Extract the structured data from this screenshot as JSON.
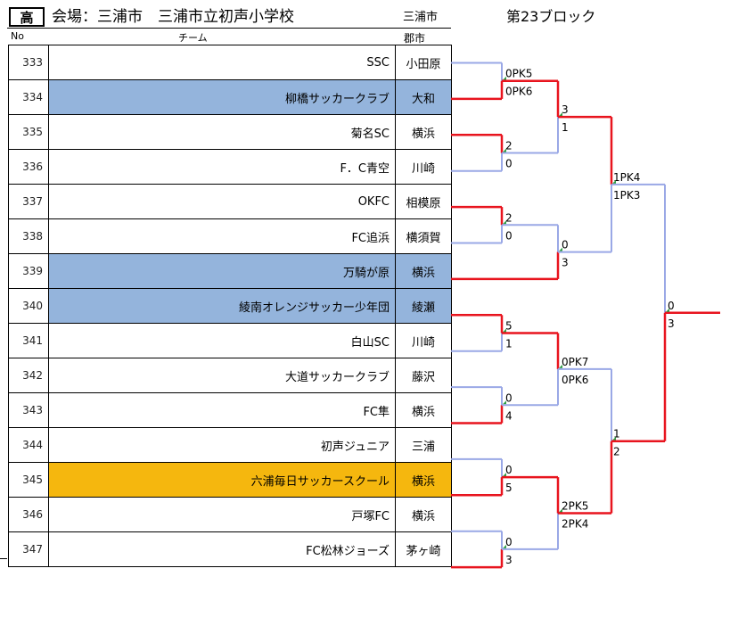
{
  "header": {
    "level_badge": "高",
    "venue": "会場：三浦市　三浦市立初声小学校",
    "region": "三浦市",
    "block": "第23ブロック"
  },
  "columns": {
    "no": "No",
    "team": "チーム",
    "city": "郡市"
  },
  "teams": [
    {
      "no": "333",
      "name": "SSC",
      "city": "小田原",
      "highlight": ""
    },
    {
      "no": "334",
      "name": "柳橋サッカークラブ",
      "city": "大和",
      "highlight": "blue"
    },
    {
      "no": "335",
      "name": "菊名SC",
      "city": "横浜",
      "highlight": ""
    },
    {
      "no": "336",
      "name": "F．C青空",
      "city": "川崎",
      "highlight": ""
    },
    {
      "no": "337",
      "name": "OKFC",
      "city": "相模原",
      "highlight": ""
    },
    {
      "no": "338",
      "name": "FC追浜",
      "city": "横須賀",
      "highlight": ""
    },
    {
      "no": "339",
      "name": "万騎が原",
      "city": "横浜",
      "highlight": "blue"
    },
    {
      "no": "340",
      "name": "綾南オレンジサッカー少年団",
      "city": "綾瀬",
      "highlight": "blue"
    },
    {
      "no": "341",
      "name": "白山SC",
      "city": "川崎",
      "highlight": ""
    },
    {
      "no": "342",
      "name": "大道サッカークラブ",
      "city": "藤沢",
      "highlight": ""
    },
    {
      "no": "343",
      "name": "FC隼",
      "city": "横浜",
      "highlight": ""
    },
    {
      "no": "344",
      "name": "初声ジュニア",
      "city": "三浦",
      "highlight": ""
    },
    {
      "no": "345",
      "name": "六浦毎日サッカースクール",
      "city": "横浜",
      "highlight": "gold"
    },
    {
      "no": "346",
      "name": "戸塚FC",
      "city": "横浜",
      "highlight": ""
    },
    {
      "no": "347",
      "name": "FC松林ジョーズ",
      "city": "茅ヶ崎",
      "highlight": ""
    }
  ],
  "colors": {
    "winner": "#e8141e",
    "loser": "#9aa8e6",
    "blue_row": "#94b4dc",
    "gold_row": "#f5b70e"
  },
  "bracket": {
    "round1": [
      {
        "top_team": 0,
        "bottom_team": 1,
        "top_score": "0PK5",
        "bottom_score": "0PK6",
        "winner": "bottom"
      },
      {
        "top_team": 2,
        "bottom_team": 3,
        "top_score": "2",
        "bottom_score": "0",
        "winner": "top"
      },
      {
        "top_team": 4,
        "bottom_team": 5,
        "top_score": "2",
        "bottom_score": "0",
        "winner": "top"
      },
      {
        "top_team": 7,
        "bottom_team": 8,
        "top_score": "5",
        "bottom_score": "1",
        "winner": "top"
      },
      {
        "top_team": 9,
        "bottom_team": 10,
        "top_score": "0",
        "bottom_score": "4",
        "winner": "bottom"
      },
      {
        "top_team": 11,
        "bottom_team": 12,
        "top_score": "0",
        "bottom_score": "5",
        "winner": "bottom"
      },
      {
        "top_team": 13,
        "bottom_team": 14,
        "top_score": "0",
        "bottom_score": "3",
        "winner": "bottom"
      }
    ],
    "round2": [
      {
        "top_score": "3",
        "bottom_score": "1",
        "winner": "top"
      },
      {
        "top_score": "0",
        "bottom_score": "3",
        "winner": "bottom"
      },
      {
        "top_score": "0PK7",
        "bottom_score": "0PK6",
        "winner": "top"
      },
      {
        "top_score": "2PK5",
        "bottom_score": "2PK4",
        "winner": "top"
      }
    ],
    "round3": [
      {
        "top_score": "1PK4",
        "bottom_score": "1PK3",
        "winner": "top"
      },
      {
        "top_score": "1",
        "bottom_score": "2",
        "winner": "bottom"
      }
    ],
    "final": {
      "top_score": "0",
      "bottom_score": "3",
      "winner": "bottom"
    }
  }
}
